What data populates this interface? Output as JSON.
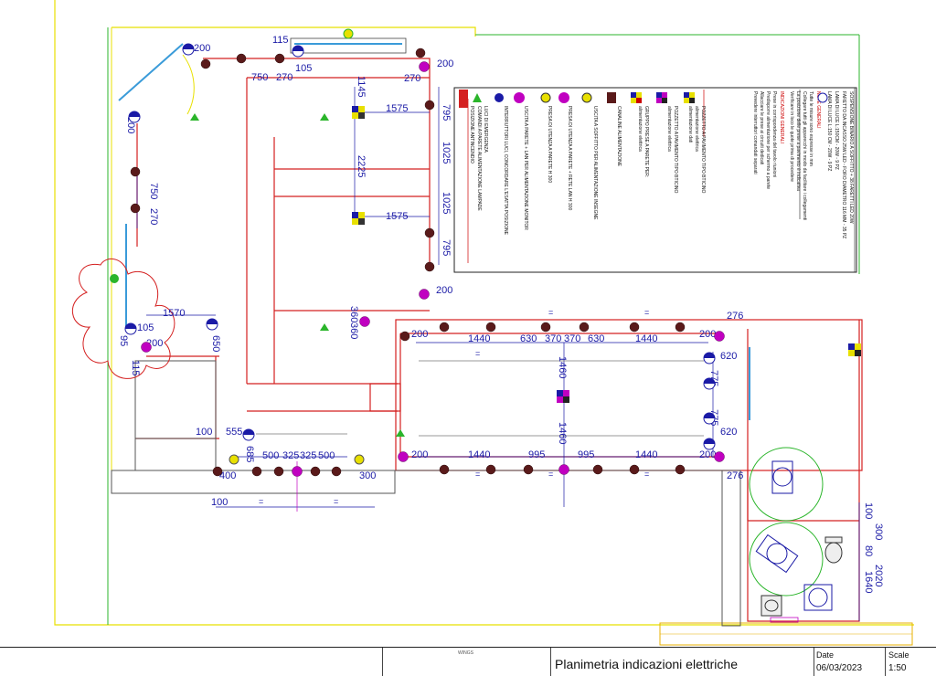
{
  "title_block": {
    "drawing_title": "Planimetria indicazioni elettriche",
    "date_label": "Date",
    "date_value": "06/03/2023",
    "scale_label": "Scale",
    "scale_value": "1:50",
    "logo_text": "WINGS"
  },
  "dimensions": {
    "top": [
      "200",
      "115",
      "105",
      "200",
      "270",
      "750",
      "270",
      "1145",
      "1575",
      "2225",
      "1575",
      "795",
      "1025",
      "1025",
      "795",
      "200",
      "200",
      "750",
      "270"
    ],
    "left": [
      "1570",
      "105",
      "650",
      "200",
      "95",
      "115"
    ],
    "main_top_row": [
      "1440",
      "630",
      "370",
      "370",
      "630",
      "1440",
      "200",
      "200",
      "276"
    ],
    "main_bottom_row": [
      "1440",
      "995",
      "995",
      "1440",
      "200",
      "200",
      "276"
    ],
    "center_vertical": [
      "1460",
      "1460"
    ],
    "right": [
      "620",
      "775",
      "775",
      "620"
    ],
    "lower_left": [
      "100",
      "555",
      "685",
      "500",
      "325",
      "325",
      "500",
      "400",
      "300",
      "100"
    ],
    "lower_right": [
      "100",
      "300",
      "80",
      "1640",
      "2020"
    ],
    "misc": [
      "360",
      "360"
    ]
  },
  "legend": {
    "header_lines": [
      "SOSPENSIONE BINARIO A SOFFITTO + 38 FARETTI LED 20W",
      "FARETTO DA INCASSO 25W LED - FORO DIAMETRO 116 MM - 35 PZ",
      "LAMA DI LUCE L:150CM - 20W - 9 PZ",
      "LAMA DI LUCE L:150 CM - 20W - 9 PZ"
    ],
    "notes_title": "NOTE GENERALI",
    "notes_lines": [
      "Tutte le misure sono espresse in mm",
      "Collegare tutti gli apparecchi in modo da facilitare i collegamenti",
      "La posizione delle prese a pavimento è indicativa",
      "Verificare in loco le quote prima di procedere"
    ],
    "notes2_title": "INDICAZIONI GENERALI",
    "notes2_lines": [
      "Prese in corrispondenza del tavolo riunioni",
      "Predisporre alimentazione per schermo a parete",
      "Allacciare le prese ai circuiti dedicati",
      "Prevedere interruttori comandati separati"
    ],
    "items": [
      "POZZETTO A PAVIMENTO TIPO BTICINO",
      "alimentazione elettrica",
      "alimentazione dati",
      "POZZETTO A PAVIMENTO TIPO BTICINO",
      "alimentazione elettrica",
      "GRUPPO PRESE A PARETE PER:",
      "alimentazione elettrica",
      "CANALINE ALIMENTAZIONE",
      "USCITA A SOFFITTO PER ALIMENTAZIONE INSEGNE",
      "PRESA DI UTENZA A PARETE + RETE LAN H 300",
      "PRESA DI UTENZA A PARETE H 300",
      "USCITA A PARETE + LAN PER ALIMENTAZIONE MONITOR",
      "INTERRUTTORI LUCI, CONCORDARE L'ESATTA POSIZIONE",
      "LUCI DI EMERGENZA",
      "COMANDI A PARETE ALIMENTAZIONE LAMPADE",
      "POSIZIONE ANTINCENDIO"
    ]
  },
  "colors": {
    "wall_red": "#d42020",
    "dim_blue": "#1a1aa6",
    "boundary_green": "#2bb52b",
    "boundary_yellow": "#e8e000",
    "fixture_magenta": "#c000c0",
    "fixture_dark": "#5a1a1a",
    "window_blue": "#3a9bd9"
  },
  "icons": [
    "downlight-icon",
    "spotlight-icon",
    "floor-box-icon",
    "wall-socket-icon",
    "emergency-light-icon",
    "wheelchair-icon",
    "toilet-icon",
    "sink-icon",
    "plant-icon"
  ]
}
